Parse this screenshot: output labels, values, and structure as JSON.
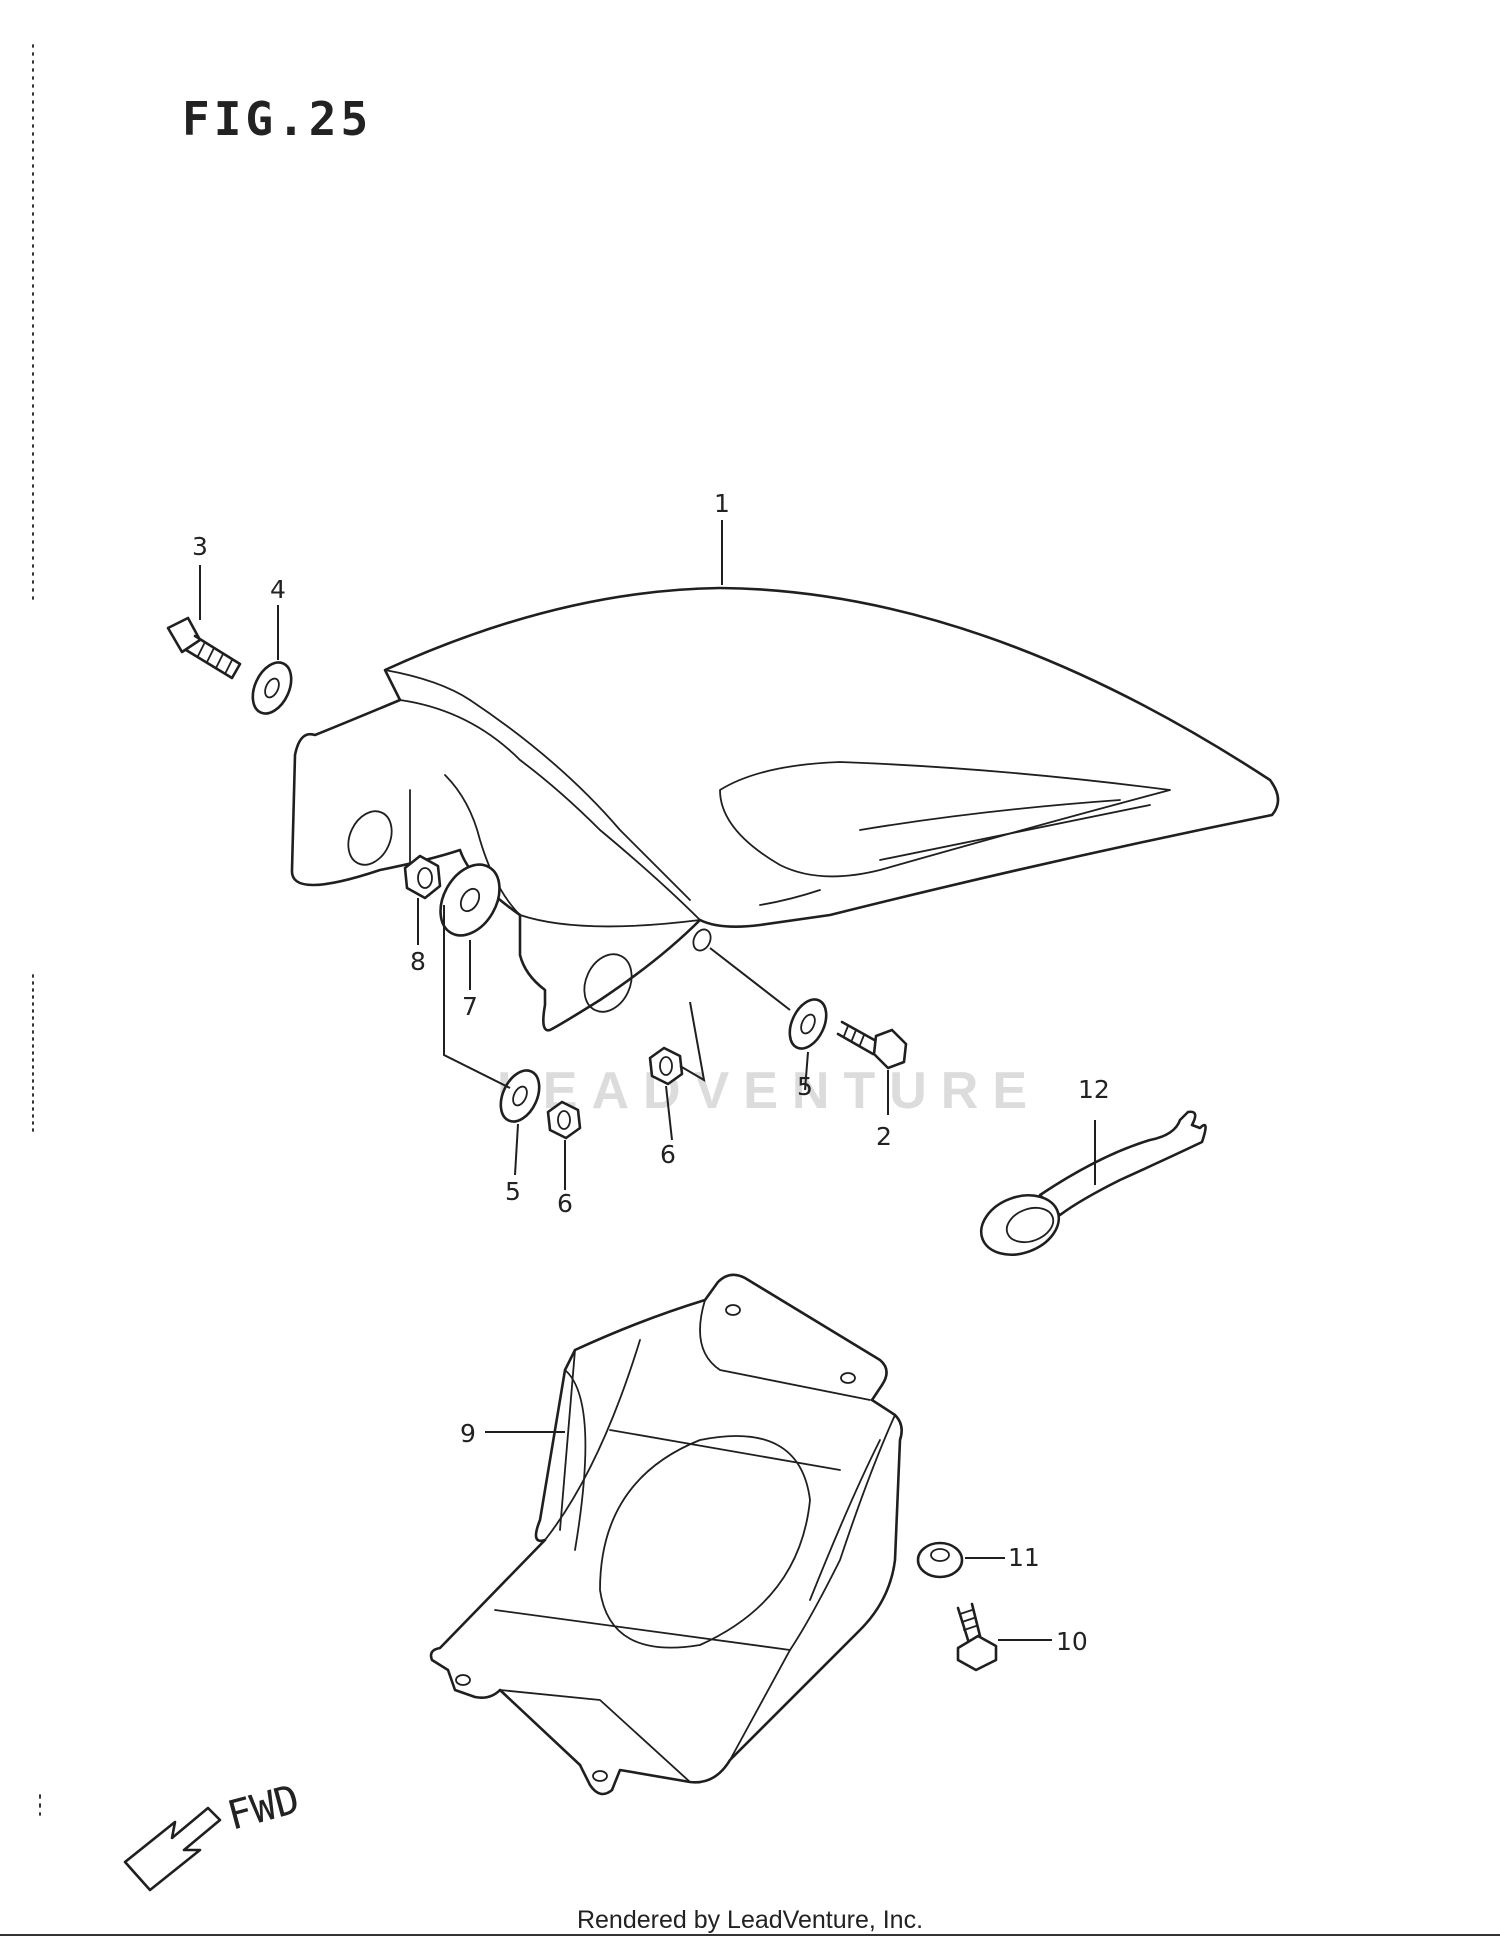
{
  "figure": {
    "title": "FIG.25"
  },
  "footer": {
    "text": "Rendered by LeadVenture, Inc."
  },
  "watermark": {
    "text": "LEADVENTURE"
  },
  "direction": {
    "label": "FWD"
  },
  "callouts": [
    "1",
    "2",
    "3",
    "4",
    "5",
    "5",
    "6",
    "6",
    "7",
    "8",
    "9",
    "10",
    "11",
    "12"
  ]
}
